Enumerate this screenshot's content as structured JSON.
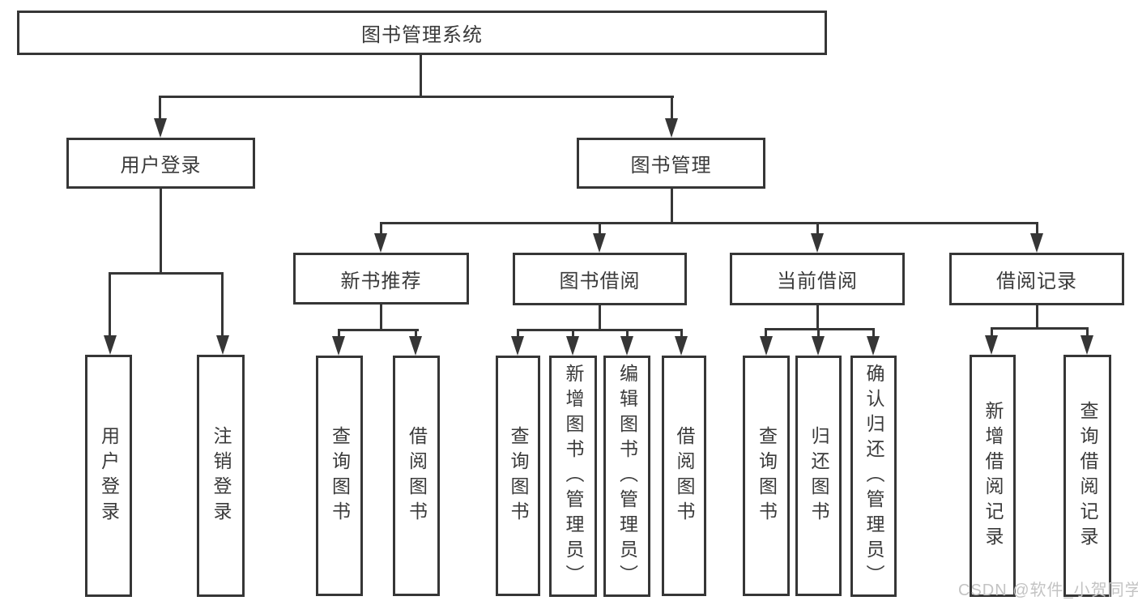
{
  "nodes": {
    "root": {
      "label": "图书管理系统"
    },
    "user_login": {
      "label": "用户登录"
    },
    "book_mgmt": {
      "label": "图书管理"
    },
    "login": {
      "label": "用户登录"
    },
    "logout": {
      "label": "注销登录"
    },
    "new_book_rec": {
      "label": "新书推荐"
    },
    "book_borrow": {
      "label": "图书借阅"
    },
    "current_borrow": {
      "label": "当前借阅"
    },
    "borrow_records": {
      "label": "借阅记录"
    },
    "rec_query_books": {
      "label": "查询图书"
    },
    "rec_borrow_books": {
      "label": "借阅图书"
    },
    "bb_query_books": {
      "label": "查询图书"
    },
    "bb_add_books": {
      "label": "新增图书（管理员）"
    },
    "bb_edit_books": {
      "label": "编辑图书（管理员）"
    },
    "bb_borrow_books": {
      "label": "借阅图书"
    },
    "cb_query_books": {
      "label": "查询图书"
    },
    "cb_return_books": {
      "label": "归还图书"
    },
    "cb_confirm_return": {
      "label": "确认归还（管理员）"
    },
    "br_add_record": {
      "label": "新增借阅记录"
    },
    "br_query_record": {
      "label": "查询借阅记录"
    }
  },
  "hierarchy": {
    "root": [
      "user_login",
      "book_mgmt"
    ],
    "user_login": [
      "login",
      "logout"
    ],
    "book_mgmt": [
      "new_book_rec",
      "book_borrow",
      "current_borrow",
      "borrow_records"
    ],
    "new_book_rec": [
      "rec_query_books",
      "rec_borrow_books"
    ],
    "book_borrow": [
      "bb_query_books",
      "bb_add_books",
      "bb_edit_books",
      "bb_borrow_books"
    ],
    "current_borrow": [
      "cb_query_books",
      "cb_return_books",
      "cb_confirm_return"
    ],
    "borrow_records": [
      "br_add_record",
      "br_query_record"
    ]
  },
  "watermark": {
    "text": "CSDN @软件_小贺同学"
  },
  "colors": {
    "line": "#363636",
    "text": "#3a3a3a",
    "watermark": "#c3c3c3",
    "background": "#ffffff"
  }
}
